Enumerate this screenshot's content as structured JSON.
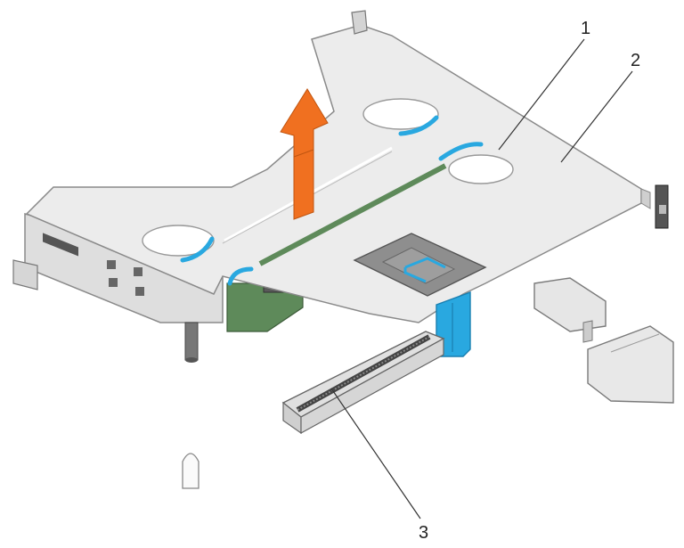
{
  "callouts": [
    {
      "id": "1",
      "label": "1"
    },
    {
      "id": "2",
      "label": "2"
    },
    {
      "id": "3",
      "label": "3"
    }
  ],
  "colors": {
    "bracket_fill": "#ececec",
    "bracket_edge": "#8a8a8a",
    "blue_accent": "#29a8e0",
    "green_board": "#5e8a5a",
    "arrow_orange": "#f07020",
    "connector_dark": "#444444"
  },
  "icons": {
    "lift_direction": "arrow-up-icon",
    "release_tab": "blue-tab-icon"
  }
}
